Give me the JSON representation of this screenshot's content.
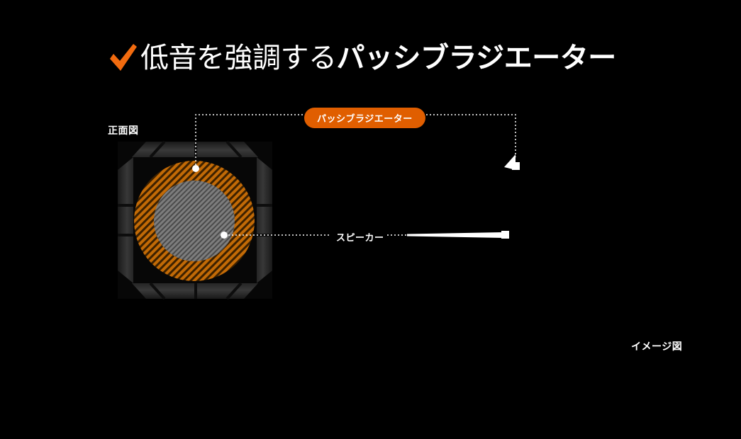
{
  "slide": {
    "background_color": "#000000",
    "accent_color": "#e05e00",
    "title": {
      "icon": "check-icon",
      "icon_color": "#f26b0f",
      "text_light": "低音を強調する",
      "text_bold": "パッシブラジエーター",
      "text_color": "#ffffff"
    },
    "diagram": {
      "front_view_label": "正面図",
      "callout_badge": {
        "label": "パッシブラジエーター",
        "background_color": "#e05e00",
        "text_color": "#ffffff"
      },
      "speaker_label": "スピーカー",
      "image_note": "イメージ図",
      "parts": {
        "cabinet_color": "#2e2e2e",
        "passive_radiator_ring_color": "#c26a06",
        "passive_radiator_hatch_color": "#3d2100",
        "speaker_cone_color": "#6e6e6e",
        "speaker_cone_hatch_color": "#3a3a3a",
        "leader_line_color": "#ffffff"
      }
    }
  }
}
